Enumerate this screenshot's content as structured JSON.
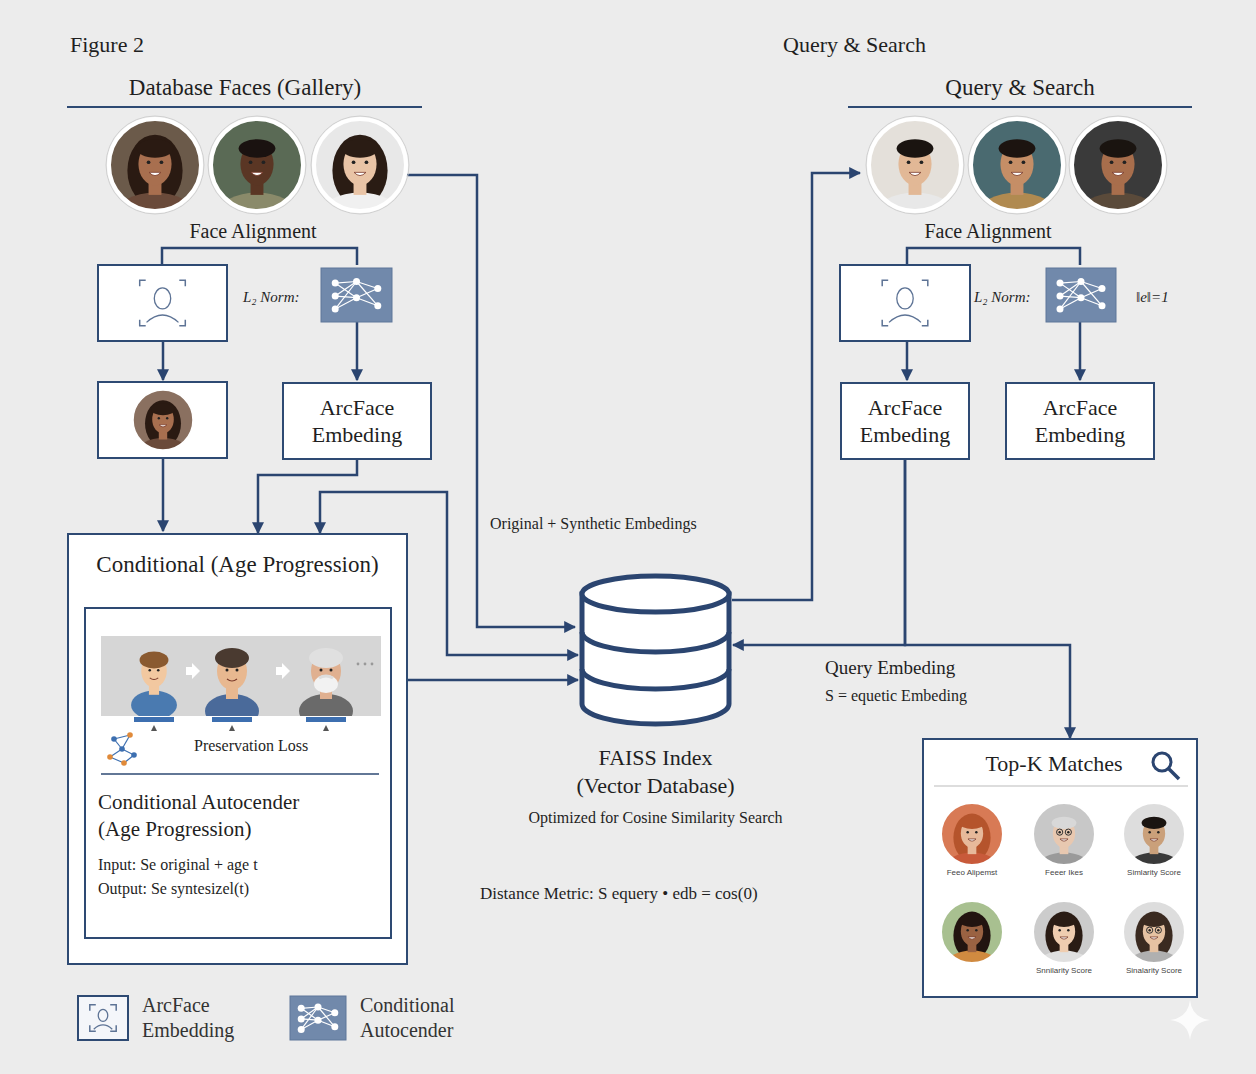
{
  "diagram": {
    "nodes": [
      {
        "text": [
          "ArcFace Embeding"
        ]
      },
      {
        "text": [
          "ArcFace Embeding"
        ]
      },
      {
        "text": [
          "ArcFace Embeding"
        ]
      },
      {
        "text": [
          "Conditional (Age Progression)"
        ]
      },
      {
        "text": [
          "Preservation Loss",
          "Conditional Autocender (Age Progression)",
          "Input: Se original + age t",
          "Output: Se syntesizel(t)"
        ],
        "in": 3
      },
      {
        "text": [
          "FAISS Index (Vector Database)",
          "Optimized for Cosine Similarity Search"
        ]
      },
      {
        "text": [
          "Top-K Matches",
          "Feeo Alipemst",
          "Feeer Ikes",
          "Simlarity Score",
          "Snnilarity Score",
          "Sinalarity Score"
        ]
      }
    ],
    "edges": [
      {
        "from": 0,
        "to": 3,
        "arrow": "to"
      },
      {
        "from": 3,
        "to": 5,
        "arrow": "both"
      },
      {
        "from": 3,
        "to": 5,
        "arrow": "to"
      },
      {
        "from": 1,
        "to": 5,
        "arrow": "to"
      },
      {
        "from": 1,
        "to": 6,
        "arrow": "to"
      }
    ],
    "labels": [
      "Figure 2",
      "Query & Search",
      "Database Faces (Gallery)",
      "Query & Search",
      "Face Alignment",
      "L₂ Norm:",
      "Face Alignment",
      "L₂ Norm:",
      "‖e‖=1",
      "Original + Synthetic Embedings",
      "Query Embeding",
      "S = equetic Embeding",
      "Distance Metric: S equery • edb = cos(0)"
    ],
    "legend": [
      {
        "text": "ArcFace Embedding"
      },
      {
        "text": "Conditional Autocender"
      }
    ]
  }
}
